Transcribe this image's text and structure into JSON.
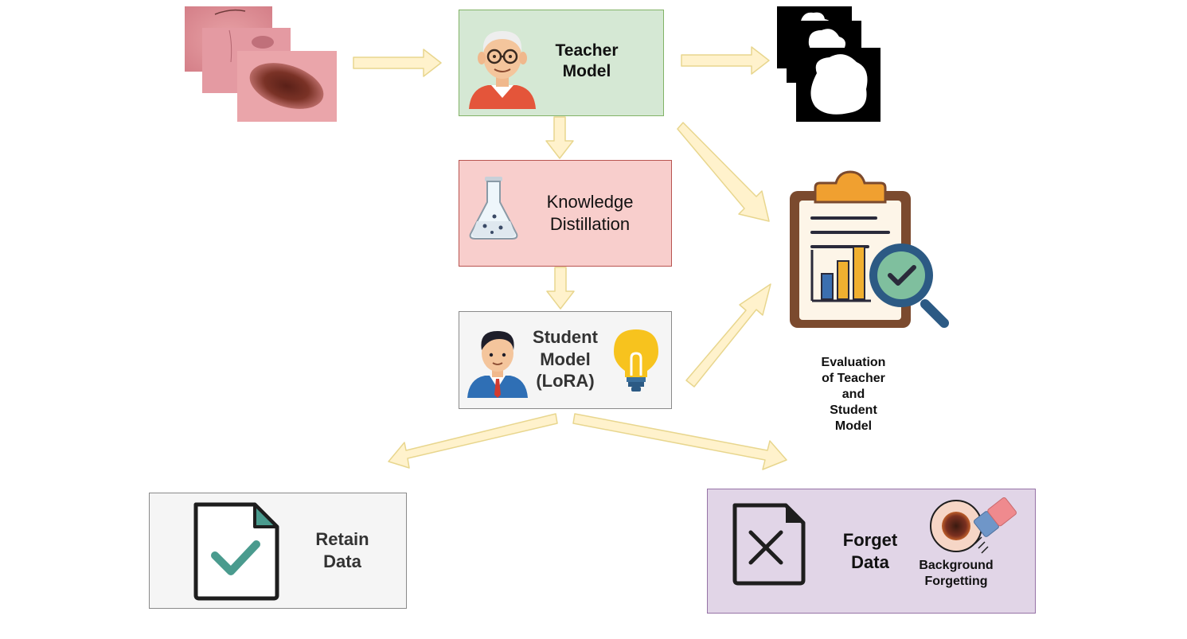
{
  "colors": {
    "arrow_fill": "#fff2cc",
    "arrow_stroke": "#e8d68e",
    "teacher_fill": "#d5e8d4",
    "teacher_border": "#82b366",
    "kd_fill": "#f8cecc",
    "kd_border": "#b85450",
    "student_fill": "#f5f5f5",
    "student_border": "#8a8a8a",
    "forget_fill": "#e1d5e7",
    "forget_border": "#9673a6",
    "accent_teal": "#4a9b8e"
  },
  "nodes": {
    "teacher": {
      "line1": "Teacher",
      "line2": "Model",
      "icon": "elderly-man-icon"
    },
    "kd": {
      "line1": "Knowledge",
      "line2": "Distillation",
      "icon": "flask-icon"
    },
    "student": {
      "line1": "Student",
      "line2": "Model",
      "line3": "(LoRA)",
      "icons": [
        "young-man-icon",
        "lightbulb-icon"
      ]
    },
    "retain": {
      "line1": "Retain",
      "line2": "Data",
      "icon": "document-check-icon"
    },
    "forget": {
      "line1": "Forget",
      "line2": "Data",
      "icon": "document-x-icon"
    },
    "background_forgetting": {
      "line1": "Background",
      "line2": "Forgetting",
      "icon": "eraser-lesion-icon"
    },
    "evaluation": {
      "line1": "Evaluation",
      "line2": "of Teacher",
      "line3": "and",
      "line4": "Student",
      "line5": "Model",
      "icon": "clipboard-chart-magnifier-icon"
    }
  },
  "images": {
    "input": "skin-lesion-images",
    "output": "segmentation-masks"
  }
}
